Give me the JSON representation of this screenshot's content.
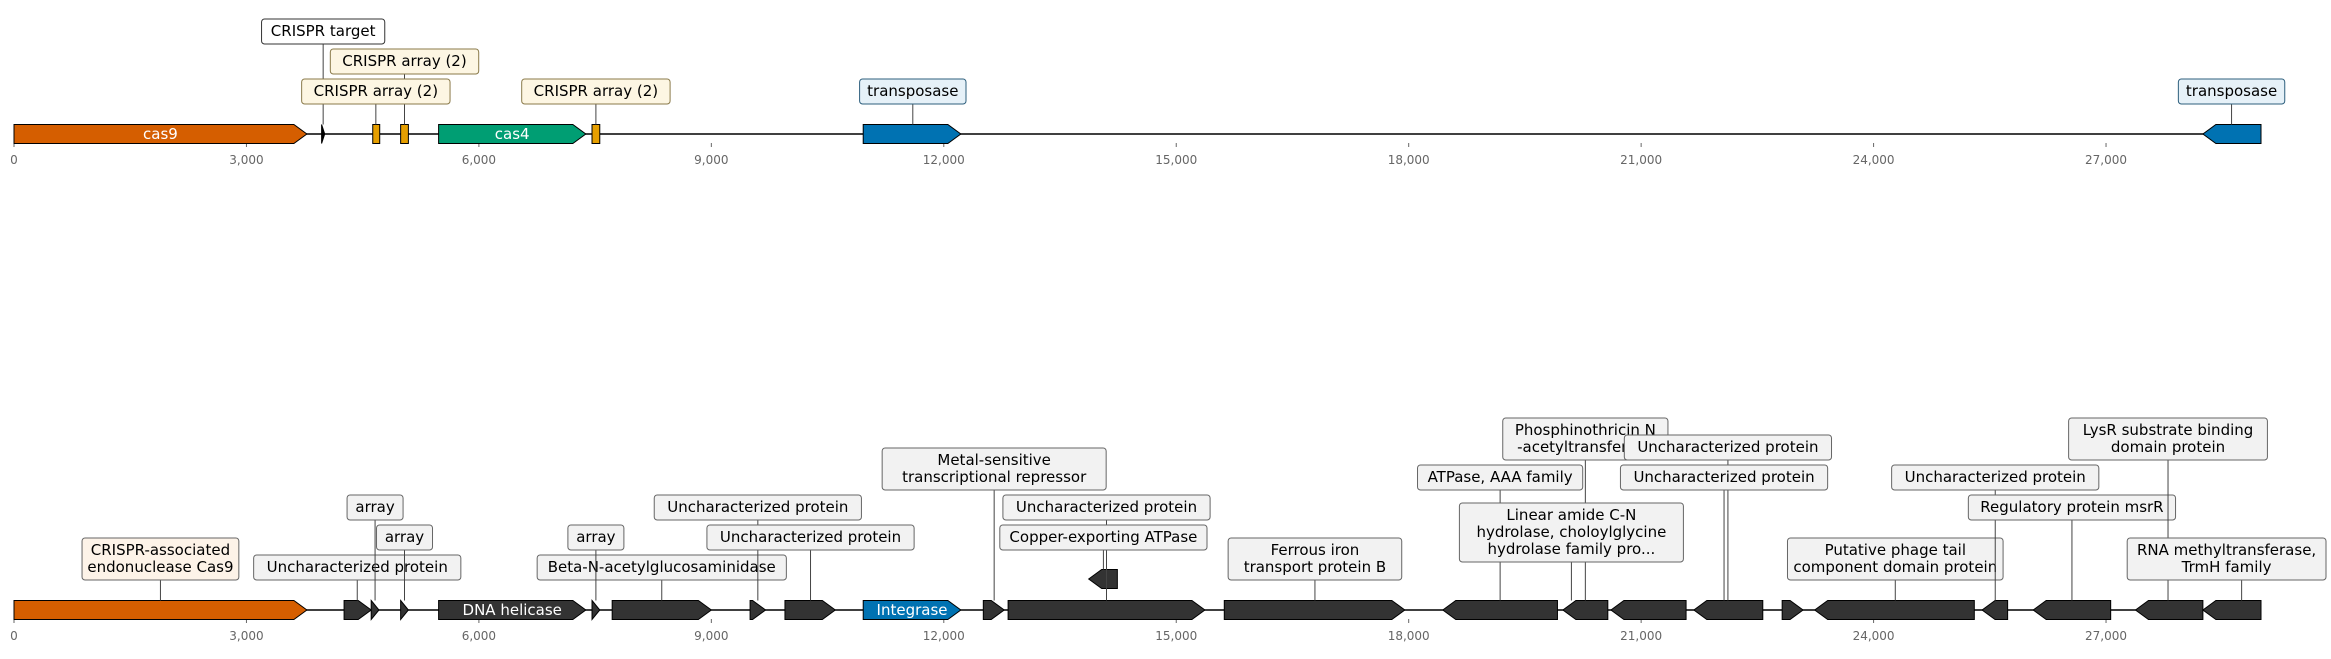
{
  "axis": {
    "ticks": [
      0,
      3000,
      6000,
      9000,
      12000,
      15000,
      18000,
      21000,
      24000,
      27000
    ],
    "tick_labels": [
      "0",
      "3,000",
      "6,000",
      "9,000",
      "12,000",
      "15,000",
      "18,000",
      "21,000",
      "24,000",
      "27,000"
    ],
    "range": [
      0,
      29000
    ]
  },
  "tracks": [
    {
      "name": "top",
      "features": [
        {
          "start": 0,
          "end": 3780,
          "strand": 1,
          "color": "#d55e00",
          "inner": "cas9"
        },
        {
          "start": 3970,
          "end": 4010,
          "strand": 1,
          "color": "#000000"
        },
        {
          "start": 4630,
          "end": 4720,
          "strand": 0,
          "color": "#e69f00"
        },
        {
          "start": 4990,
          "end": 5090,
          "strand": 0,
          "color": "#e69f00"
        },
        {
          "start": 5480,
          "end": 7380,
          "strand": 1,
          "color": "#009e73",
          "inner": "cas4"
        },
        {
          "start": 7460,
          "end": 7560,
          "strand": 0,
          "color": "#e69f00"
        },
        {
          "start": 10960,
          "end": 12220,
          "strand": 1,
          "color": "#0072b2"
        },
        {
          "start": 28250,
          "end": 29000,
          "strand": -1,
          "color": "#0072b2"
        }
      ],
      "labels": [
        {
          "text": [
            "CRISPR target"
          ],
          "pos": 3990,
          "level": 3,
          "fill": "#ffffff",
          "edge": "#333333"
        },
        {
          "text": [
            "CRISPR array (2)"
          ],
          "pos": 5040,
          "level": 2,
          "fill": "#fdf6e3",
          "edge": "#8a7a4a"
        },
        {
          "text": [
            "CRISPR array (2)"
          ],
          "pos": 4670,
          "level": 1,
          "fill": "#fdf6e3",
          "edge": "#8a7a4a"
        },
        {
          "text": [
            "CRISPR array (2)"
          ],
          "pos": 7510,
          "level": 1,
          "fill": "#fdf6e3",
          "edge": "#8a7a4a"
        },
        {
          "text": [
            "transposase"
          ],
          "pos": 11600,
          "level": 1,
          "fill": "#e6f1f8",
          "edge": "#2d5f7d"
        },
        {
          "text": [
            "transposase"
          ],
          "pos": 28620,
          "level": 1,
          "fill": "#e6f1f8",
          "edge": "#2d5f7d"
        }
      ]
    },
    {
      "name": "bottom",
      "features": [
        {
          "start": 0,
          "end": 3780,
          "strand": 1,
          "color": "#d55e00"
        },
        {
          "start": 4260,
          "end": 4610,
          "strand": 1,
          "color": "#333333"
        },
        {
          "start": 4610,
          "end": 4710,
          "strand": 1,
          "color": "#333333"
        },
        {
          "start": 4990,
          "end": 5090,
          "strand": 1,
          "color": "#333333"
        },
        {
          "start": 5480,
          "end": 7380,
          "strand": 1,
          "color": "#333333",
          "inner": "DNA helicase"
        },
        {
          "start": 7460,
          "end": 7560,
          "strand": 1,
          "color": "#333333"
        },
        {
          "start": 7720,
          "end": 9000,
          "strand": 1,
          "color": "#333333"
        },
        {
          "start": 9500,
          "end": 9700,
          "strand": 1,
          "color": "#333333"
        },
        {
          "start": 9950,
          "end": 10600,
          "strand": 1,
          "color": "#333333"
        },
        {
          "start": 10960,
          "end": 12220,
          "strand": 1,
          "color": "#0072b2",
          "inner": "Integrase"
        },
        {
          "start": 12510,
          "end": 12780,
          "strand": 1,
          "color": "#333333"
        },
        {
          "start": 12830,
          "end": 15370,
          "strand": 1,
          "color": "#333333"
        },
        {
          "start": 13870,
          "end": 14240,
          "strand": -1,
          "color": "#333333",
          "raised": true
        },
        {
          "start": 15620,
          "end": 17950,
          "strand": 1,
          "color": "#333333"
        },
        {
          "start": 18440,
          "end": 19920,
          "strand": -1,
          "color": "#333333"
        },
        {
          "start": 19990,
          "end": 20570,
          "strand": -1,
          "color": "#333333"
        },
        {
          "start": 20610,
          "end": 21580,
          "strand": -1,
          "color": "#333333"
        },
        {
          "start": 21680,
          "end": 22570,
          "strand": -1,
          "color": "#333333"
        },
        {
          "start": 22820,
          "end": 23090,
          "strand": 1,
          "color": "#333333"
        },
        {
          "start": 23240,
          "end": 25300,
          "strand": -1,
          "color": "#333333"
        },
        {
          "start": 25400,
          "end": 25730,
          "strand": -1,
          "color": "#333333"
        },
        {
          "start": 26060,
          "end": 27060,
          "strand": -1,
          "color": "#333333"
        },
        {
          "start": 27380,
          "end": 28250,
          "strand": -1,
          "color": "#333333"
        },
        {
          "start": 28250,
          "end": 29000,
          "strand": -1,
          "color": "#333333"
        }
      ],
      "labels": [
        {
          "text": [
            "CRISPR-associated",
            "endonuclease Cas9"
          ],
          "pos": 1890,
          "level": 1,
          "fill": "#fdf3e8",
          "edge": "#666666"
        },
        {
          "text": [
            "Uncharacterized protein"
          ],
          "pos": 4430,
          "level": 1,
          "fill": "#f2f2f2",
          "edge": "#666666"
        },
        {
          "text": [
            "array"
          ],
          "pos": 4660,
          "level": 3,
          "fill": "#f2f2f2",
          "edge": "#666666"
        },
        {
          "text": [
            "array"
          ],
          "pos": 5040,
          "level": 2,
          "fill": "#f2f2f2",
          "edge": "#666666"
        },
        {
          "text": [
            "Beta-N-acetylglucosaminidase"
          ],
          "pos": 8360,
          "level": 1,
          "fill": "#f2f2f2",
          "edge": "#666666"
        },
        {
          "text": [
            "array"
          ],
          "pos": 7510,
          "level": 2,
          "fill": "#f2f2f2",
          "edge": "#666666"
        },
        {
          "text": [
            "Uncharacterized protein"
          ],
          "pos": 9600,
          "level": 3,
          "fill": "#f2f2f2",
          "edge": "#666666"
        },
        {
          "text": [
            "Uncharacterized protein"
          ],
          "pos": 10280,
          "level": 2,
          "fill": "#f2f2f2",
          "edge": "#666666"
        },
        {
          "text": [
            "Metal-sensitive",
            "transcriptional repressor"
          ],
          "pos": 12650,
          "level": 4,
          "fill": "#f2f2f2",
          "edge": "#666666"
        },
        {
          "text": [
            "Uncharacterized protein"
          ],
          "pos": 14100,
          "level": 3,
          "fill": "#f2f2f2",
          "edge": "#666666"
        },
        {
          "text": [
            "Copper-exporting ATPase"
          ],
          "pos": 14060,
          "level": 2,
          "raisedFeature": true,
          "fill": "#f2f2f2",
          "edge": "#666666"
        },
        {
          "text": [
            "Ferrous iron",
            "transport protein B"
          ],
          "pos": 16790,
          "level": 1,
          "fill": "#f2f2f2",
          "edge": "#666666"
        },
        {
          "text": [
            "ATPase, AAA family"
          ],
          "pos": 19180,
          "level": 4,
          "fill": "#f2f2f2",
          "edge": "#666666"
        },
        {
          "text": [
            "Phosphinothricin N",
            "-acetyltransferase"
          ],
          "pos": 20280,
          "level": 5,
          "fill": "#f2f2f2",
          "edge": "#666666"
        },
        {
          "text": [
            "Linear amide C-N",
            "hydrolase, choloylglycine",
            "hydrolase family pro..."
          ],
          "pos": 20100,
          "level": 1.6,
          "fill": "#f2f2f2",
          "edge": "#666666"
        },
        {
          "text": [
            "Uncharacterized protein"
          ],
          "pos": 22120,
          "level": 5,
          "fill": "#f2f2f2",
          "edge": "#666666"
        },
        {
          "text": [
            "Uncharacterized protein"
          ],
          "pos": 22070,
          "level": 4,
          "fill": "#f2f2f2",
          "edge": "#666666"
        },
        {
          "text": [
            "Putative phage tail",
            "component domain protein"
          ],
          "pos": 24280,
          "level": 1,
          "fill": "#f2f2f2",
          "edge": "#666666"
        },
        {
          "text": [
            "Uncharacterized protein"
          ],
          "pos": 25570,
          "level": 4,
          "fill": "#f2f2f2",
          "edge": "#666666"
        },
        {
          "text": [
            "Regulatory protein msrR"
          ],
          "pos": 26560,
          "level": 3,
          "fill": "#f2f2f2",
          "edge": "#666666"
        },
        {
          "text": [
            "LysR substrate binding",
            "domain protein"
          ],
          "pos": 27800,
          "level": 5,
          "fill": "#f2f2f2",
          "edge": "#666666"
        },
        {
          "text": [
            "RNA methyltransferase,",
            "TrmH family"
          ],
          "pos": 28750,
          "level": 1,
          "fill": "#f2f2f2",
          "edge": "#666666"
        }
      ]
    }
  ]
}
